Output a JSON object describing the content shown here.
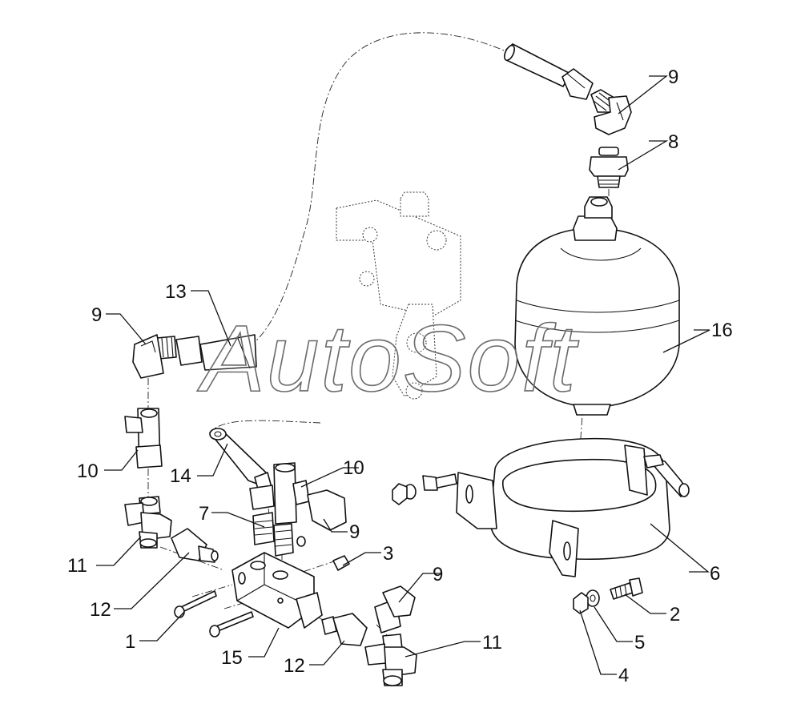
{
  "watermark": "AutoSoft",
  "callouts": [
    {
      "id": "c1",
      "label": "1"
    },
    {
      "id": "c2",
      "label": "2"
    },
    {
      "id": "c3",
      "label": "3"
    },
    {
      "id": "c4",
      "label": "4"
    },
    {
      "id": "c5",
      "label": "5"
    },
    {
      "id": "c6",
      "label": "6"
    },
    {
      "id": "c7",
      "label": "7"
    },
    {
      "id": "c8",
      "label": "8"
    },
    {
      "id": "c9a",
      "label": "9"
    },
    {
      "id": "c9b",
      "label": "9"
    },
    {
      "id": "c9c",
      "label": "9"
    },
    {
      "id": "c9d",
      "label": "9"
    },
    {
      "id": "c10a",
      "label": "10"
    },
    {
      "id": "c10b",
      "label": "10"
    },
    {
      "id": "c11a",
      "label": "11"
    },
    {
      "id": "c11b",
      "label": "11"
    },
    {
      "id": "c12a",
      "label": "12"
    },
    {
      "id": "c12b",
      "label": "12"
    },
    {
      "id": "c13",
      "label": "13"
    },
    {
      "id": "c14",
      "label": "14"
    },
    {
      "id": "c15",
      "label": "15"
    },
    {
      "id": "c16",
      "label": "16"
    }
  ]
}
